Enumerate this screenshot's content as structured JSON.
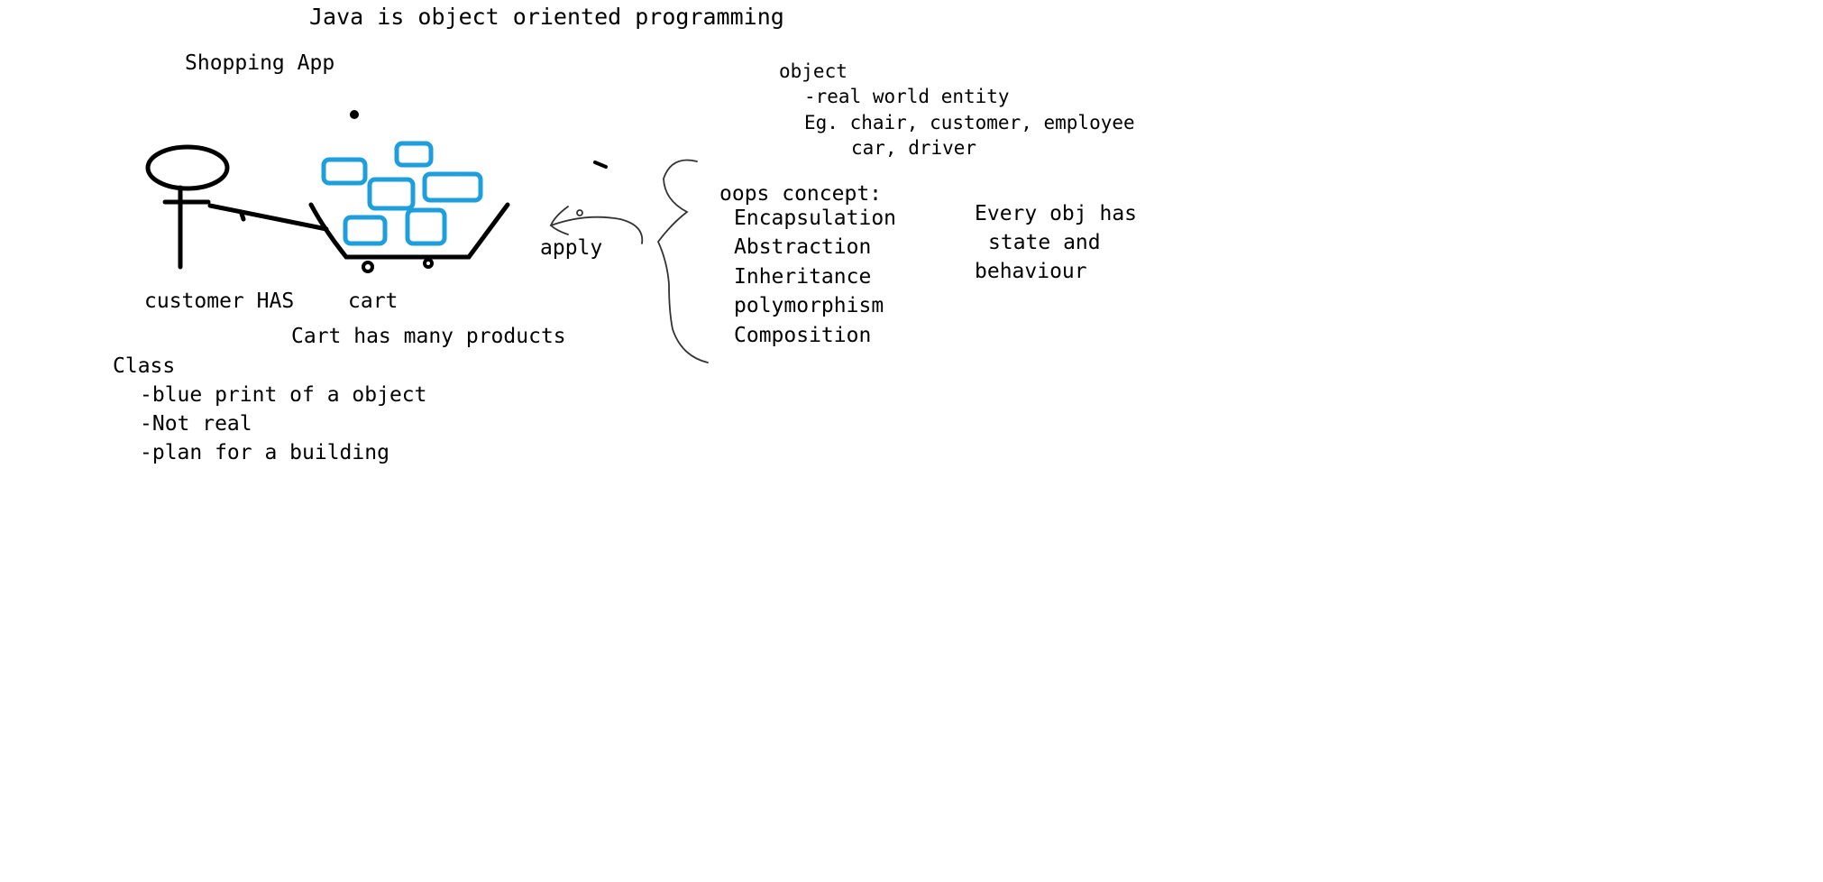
{
  "title": "Java is object oriented programming",
  "shopping_app": "Shopping App",
  "customer_label": "customer HAS",
  "cart_label": "cart",
  "cart_note": "Cart has many products",
  "apply_label": "apply",
  "class_block": {
    "heading": "Class",
    "points": [
      "-blue print of a object",
      "-Not real",
      "-plan for a building"
    ]
  },
  "object_block": {
    "heading": "object",
    "point": "-real world entity",
    "examples_line1": "Eg. chair, customer, employee",
    "examples_line2": "car, driver"
  },
  "oops_block": {
    "heading": "oops concept:",
    "items": [
      "Encapsulation",
      "Abstraction",
      "Inheritance",
      "polymorphism",
      "Composition"
    ]
  },
  "every_obj": {
    "line1": "Every obj has",
    "line2": "state and",
    "line3": "behaviour"
  },
  "colors": {
    "product_box": "#1e9fdc",
    "ink": "#000000"
  }
}
